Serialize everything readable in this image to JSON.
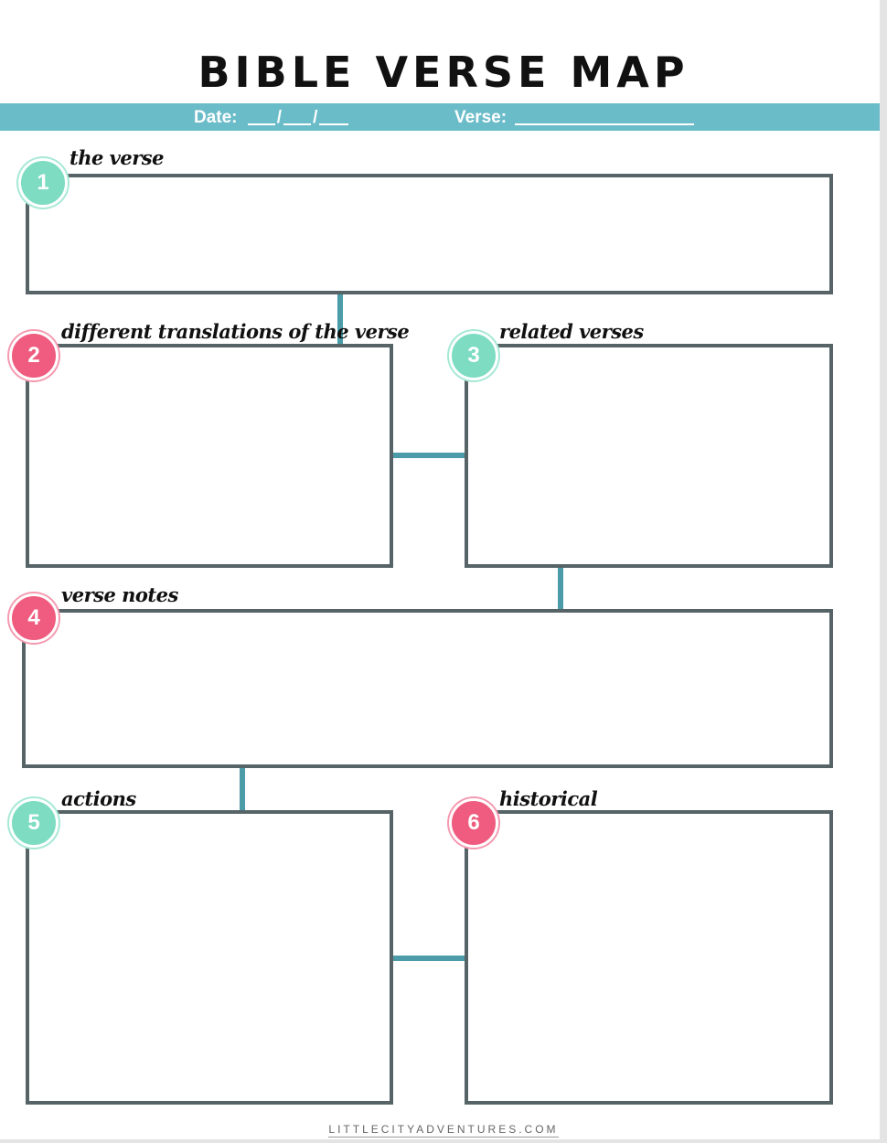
{
  "header": {
    "title": "BIBLE VERSE MAP",
    "date_label": "Date:",
    "verse_label": "Verse:"
  },
  "sections": [
    {
      "number": "1",
      "label": "the verse",
      "badge_color": "#7ddcc2"
    },
    {
      "number": "2",
      "label": "different translations of the verse",
      "badge_color": "#ef5c7f"
    },
    {
      "number": "3",
      "label": "related verses",
      "badge_color": "#7ddcc2"
    },
    {
      "number": "4",
      "label": "verse notes",
      "badge_color": "#ef5c7f"
    },
    {
      "number": "5",
      "label": "actions",
      "badge_color": "#7ddcc2"
    },
    {
      "number": "6",
      "label": "historical",
      "badge_color": "#ef5c7f"
    }
  ],
  "colors": {
    "accent_band": "#6bbcc9",
    "box_border": "#566467",
    "connector": "#4b9ca8"
  },
  "footer": {
    "text": "LITTLECITYADVENTURES.COM"
  }
}
